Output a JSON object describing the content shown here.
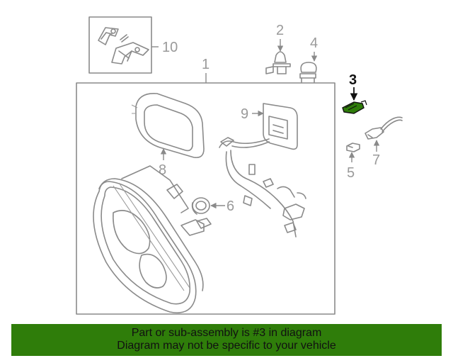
{
  "callouts": {
    "c1": "1",
    "c2": "2",
    "c3": "3",
    "c4": "4",
    "c5": "5",
    "c6": "6",
    "c7": "7",
    "c8": "8",
    "c9": "9",
    "c10": "10"
  },
  "highlighted_part": "3",
  "banner": {
    "line1": "Part or sub-assembly is #3 in diagram",
    "line2": "Diagram may not be specific to your vehicle"
  },
  "colors": {
    "banner_bg": "#2f7d0a",
    "highlight_part": "#2f7d0a",
    "line_art": "#8a8a8a"
  }
}
